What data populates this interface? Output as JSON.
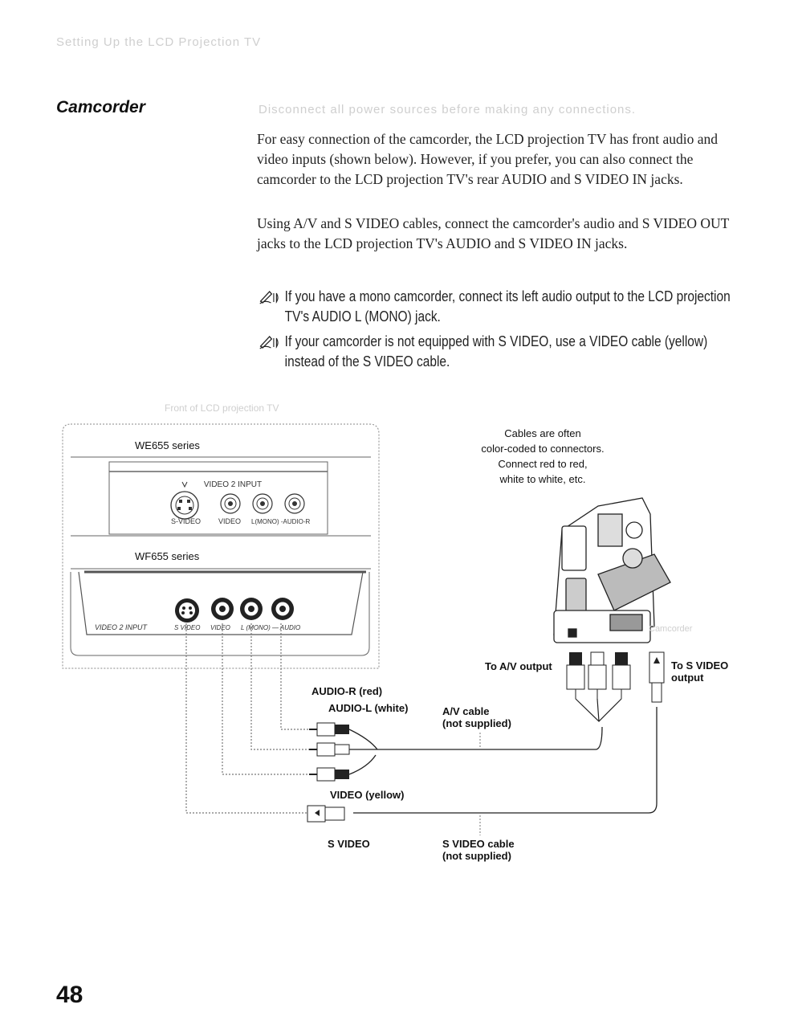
{
  "header_faint": "Setting Up the LCD Projection TV",
  "section_title": "Camcorder",
  "note_faint": "Disconnect all power sources before making any connections.",
  "paragraphs": [
    "For easy connection of the camcorder, the LCD projection TV has front audio and video inputs (shown below). However, if you prefer, you can also connect the camcorder to the LCD projection TV's rear AUDIO and S VIDEO IN jacks.",
    "Using A/V and S VIDEO cables, connect the camcorder's audio and S VIDEO OUT jacks to the LCD projection TV's AUDIO and S VIDEO IN jacks."
  ],
  "notes": [
    {
      "icon": "pen-note-icon",
      "text": "If you have a mono camcorder, connect its left audio output to the LCD projection TV's AUDIO L (MONO) jack."
    },
    {
      "icon": "pen-note-icon",
      "text": "If your camcorder is not equipped with S VIDEO, use a VIDEO cable (yellow) instead of the S VIDEO cable."
    }
  ],
  "diagram": {
    "heading_faint": "Front of LCD projection TV",
    "we_series": "WE655 series",
    "video2_input": "VIDEO 2 INPUT",
    "jack_labels_we": {
      "svideo": "S-VIDEO",
      "video": "VIDEO",
      "audio": "L(MONO) -AUDIO-R"
    },
    "wf_series": "WF655 series",
    "wf_panel": "VIDEO 2 INPUT",
    "jack_labels_wf": {
      "svideo": "S VIDEO",
      "video": "VIDEO",
      "audio": "L (MONO) — AUDIO"
    },
    "cables_note": [
      "Cables are often",
      "color-coded to connectors.",
      "Connect red to red,",
      "white to white, etc."
    ],
    "camcorder_faint": "Camcorder",
    "to_av_output": "To A/V output",
    "to_s_video_output": [
      "To S VIDEO",
      "output"
    ],
    "audio_r": "AUDIO-R (red)",
    "audio_l": "AUDIO-L (white)",
    "av_cable": [
      "A/V cable",
      "(not supplied)"
    ],
    "video_yellow": "VIDEO (yellow)",
    "s_video": "S VIDEO",
    "s_video_cable": [
      "S VIDEO cable",
      "(not supplied)"
    ]
  },
  "page_number": "48"
}
